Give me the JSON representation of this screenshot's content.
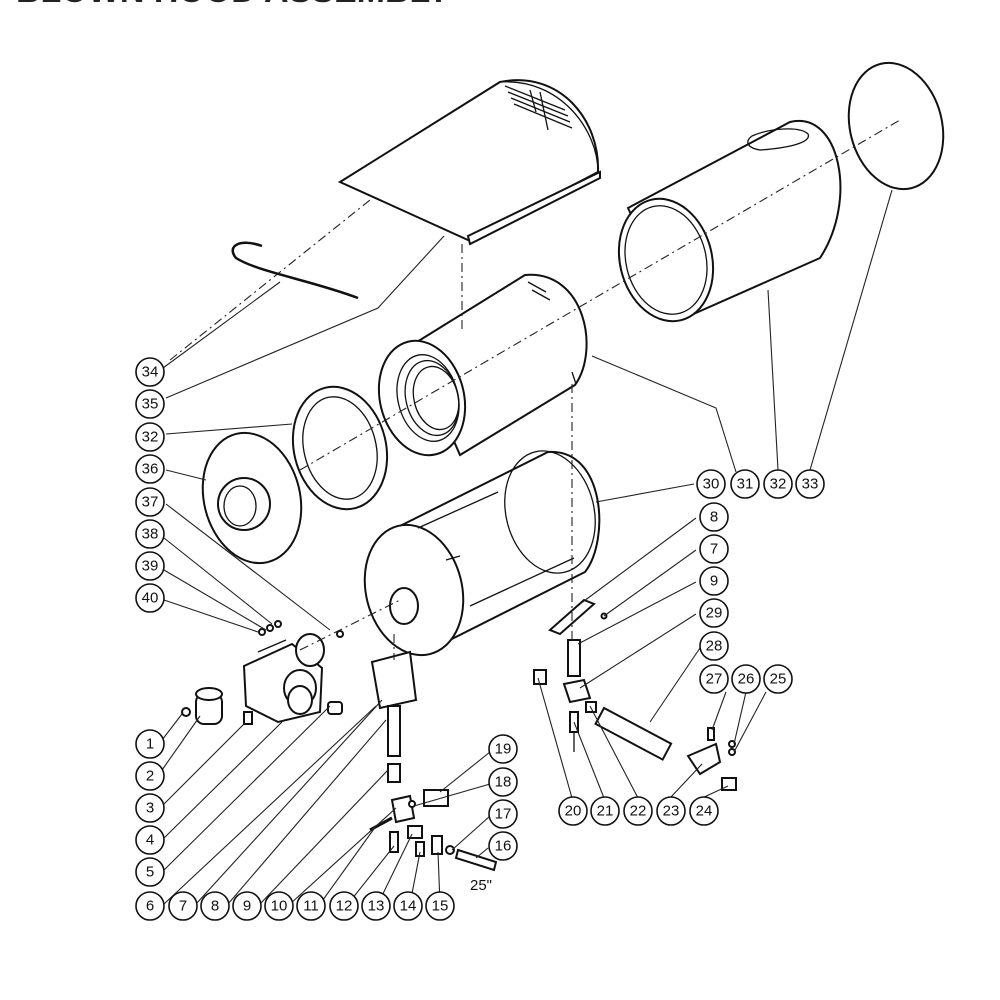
{
  "title": "BLOWN HOOD ASSEMBLY",
  "dimension_label": "25\"",
  "footer": [
    "",
    ""
  ],
  "callouts": {
    "c34": "34",
    "c35": "35",
    "c32a": "32",
    "c36": "36",
    "c37": "37",
    "c38": "38",
    "c39": "39",
    "c40": "40",
    "c1": "1",
    "c2": "2",
    "c3": "3",
    "c4": "4",
    "c5": "5",
    "c6": "6",
    "c7a": "7",
    "c8a": "8",
    "c9a": "9",
    "c10": "10",
    "c11": "11",
    "c12": "12",
    "c13": "13",
    "c14": "14",
    "c15": "15",
    "c16": "16",
    "c17": "17",
    "c18": "18",
    "c19": "19",
    "c20": "20",
    "c21": "21",
    "c22": "22",
    "c23": "23",
    "c24": "24",
    "c25": "25",
    "c26": "26",
    "c27": "27",
    "c28": "28",
    "c29": "29",
    "c9b": "9",
    "c7b": "7",
    "c8b": "8",
    "c30": "30",
    "c31": "31",
    "c32b": "32",
    "c33": "33"
  }
}
